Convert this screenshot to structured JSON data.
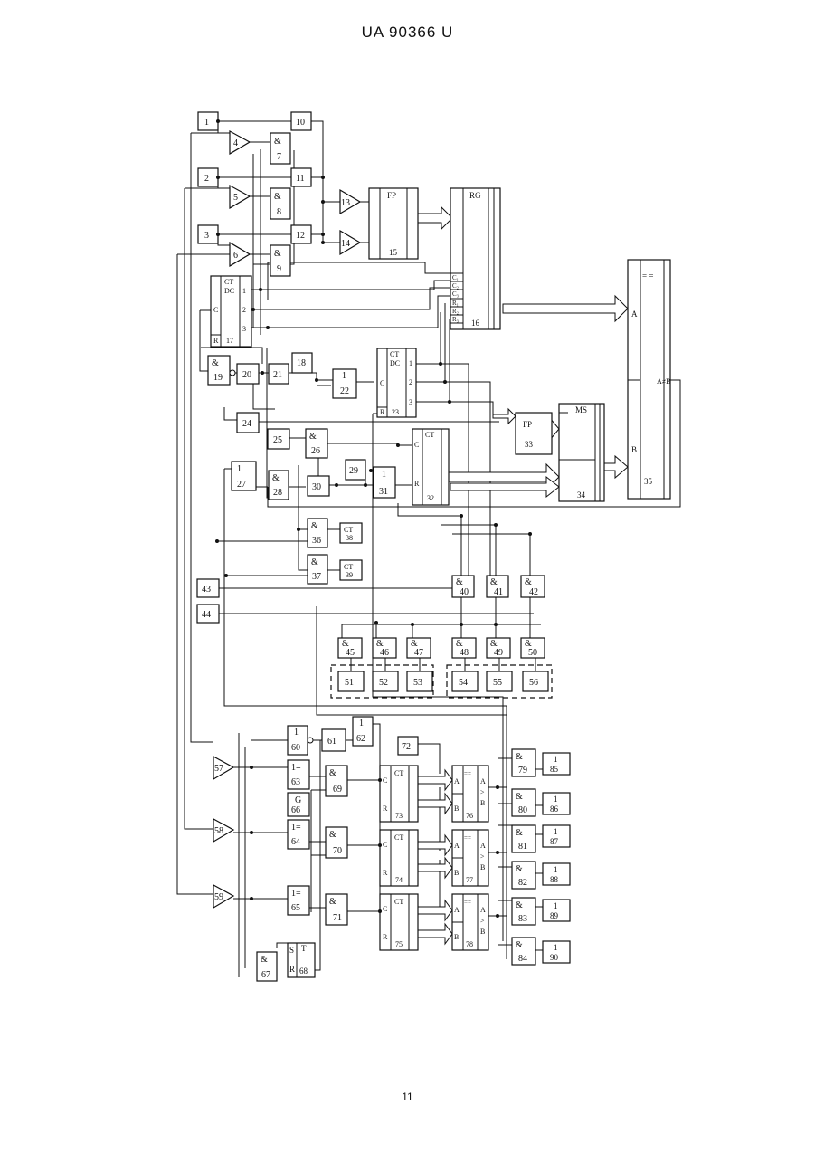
{
  "header": {
    "text": "UA   90366   U"
  },
  "page_number": "11",
  "blocks": [
    {
      "num": "1"
    },
    {
      "num": "2"
    },
    {
      "num": "3"
    },
    {
      "num": "10"
    },
    {
      "num": "11"
    },
    {
      "num": "12"
    },
    {
      "sym": "&",
      "num": "7"
    },
    {
      "sym": "&",
      "num": "8"
    },
    {
      "sym": "&",
      "num": "9"
    },
    {
      "sym": "FP",
      "num": "15"
    },
    {
      "sym": "RG",
      "num": "16"
    },
    {
      "sym": "CT",
      "sym2": "DC",
      "num": "17"
    },
    {
      "sym": "&",
      "num": "19"
    },
    {
      "num": "20"
    },
    {
      "num": "21"
    },
    {
      "num": "18"
    },
    {
      "sym": "1",
      "num": "22"
    },
    {
      "sym": "CT",
      "sym2": "DC",
      "num": "23"
    },
    {
      "num": "24"
    },
    {
      "num": "25"
    },
    {
      "sym": "&",
      "num": "26"
    },
    {
      "sym": "1",
      "num": "27"
    },
    {
      "sym": "&",
      "num": "28"
    },
    {
      "num": "29"
    },
    {
      "num": "30"
    },
    {
      "sym": "1",
      "num": "31"
    },
    {
      "sym": "CT",
      "num": "32"
    },
    {
      "sym": "FP",
      "num": "33"
    },
    {
      "sym": "MS",
      "num": "34"
    },
    {
      "num": "35"
    },
    {
      "sym": "&",
      "num": "36"
    },
    {
      "sym": "&",
      "num": "37"
    },
    {
      "sym": "CT",
      "num": "38"
    },
    {
      "sym": "CT",
      "num": "39"
    },
    {
      "sym": "&",
      "num": "40"
    },
    {
      "sym": "&",
      "num": "41"
    },
    {
      "sym": "&",
      "num": "42"
    },
    {
      "num": "43"
    },
    {
      "num": "44"
    },
    {
      "sym": "&",
      "num": "45"
    },
    {
      "sym": "&",
      "num": "46"
    },
    {
      "sym": "&",
      "num": "47"
    },
    {
      "sym": "&",
      "num": "48"
    },
    {
      "sym": "&",
      "num": "49"
    },
    {
      "sym": "&",
      "num": "50"
    },
    {
      "num": "51"
    },
    {
      "num": "52"
    },
    {
      "num": "53"
    },
    {
      "num": "54"
    },
    {
      "num": "55"
    },
    {
      "num": "56"
    },
    {
      "sym": "1",
      "num": "60"
    },
    {
      "num": "61"
    },
    {
      "sym": "1",
      "num": "62"
    },
    {
      "sym": "1=",
      "num": "63"
    },
    {
      "sym": "1=",
      "num": "64"
    },
    {
      "sym": "1=",
      "num": "65"
    },
    {
      "sym": "G",
      "num": "66"
    },
    {
      "sym": "&",
      "num": "67"
    },
    {
      "sym": "T",
      "num": "68"
    },
    {
      "sym": "&",
      "num": "69"
    },
    {
      "sym": "&",
      "num": "70"
    },
    {
      "sym": "&",
      "num": "71"
    },
    {
      "num": "72"
    },
    {
      "sym": "CT",
      "num": "73"
    },
    {
      "sym": "CT",
      "num": "74"
    },
    {
      "sym": "CT",
      "num": "75"
    },
    {
      "num": "76"
    },
    {
      "num": "77"
    },
    {
      "num": "78"
    },
    {
      "sym": "&",
      "num": "79"
    },
    {
      "sym": "&",
      "num": "80"
    },
    {
      "sym": "&",
      "num": "81"
    },
    {
      "sym": "&",
      "num": "82"
    },
    {
      "sym": "&",
      "num": "83"
    },
    {
      "sym": "&",
      "num": "84"
    },
    {
      "sym": "1",
      "num": "85"
    },
    {
      "sym": "1",
      "num": "86"
    },
    {
      "sym": "1",
      "num": "87"
    },
    {
      "sym": "1",
      "num": "88"
    },
    {
      "sym": "1",
      "num": "89"
    },
    {
      "sym": "1",
      "num": "90"
    }
  ],
  "amplifiers": [
    "4",
    "5",
    "6",
    "13",
    "14",
    "57",
    "58",
    "59"
  ],
  "pins": {
    "c": "C",
    "r": "R",
    "s": "S",
    "a": "A",
    "b": "B",
    "one": "1",
    "two": "2",
    "three": "3",
    "c1": "C₁",
    "c2": "C₂",
    "c3": "C₃",
    "r1": "R₁",
    "r2": "R₂",
    "r3": "R₃",
    "eq": "= =",
    "aneb": "A≠B",
    "eq2": "==",
    "gt": ">"
  }
}
